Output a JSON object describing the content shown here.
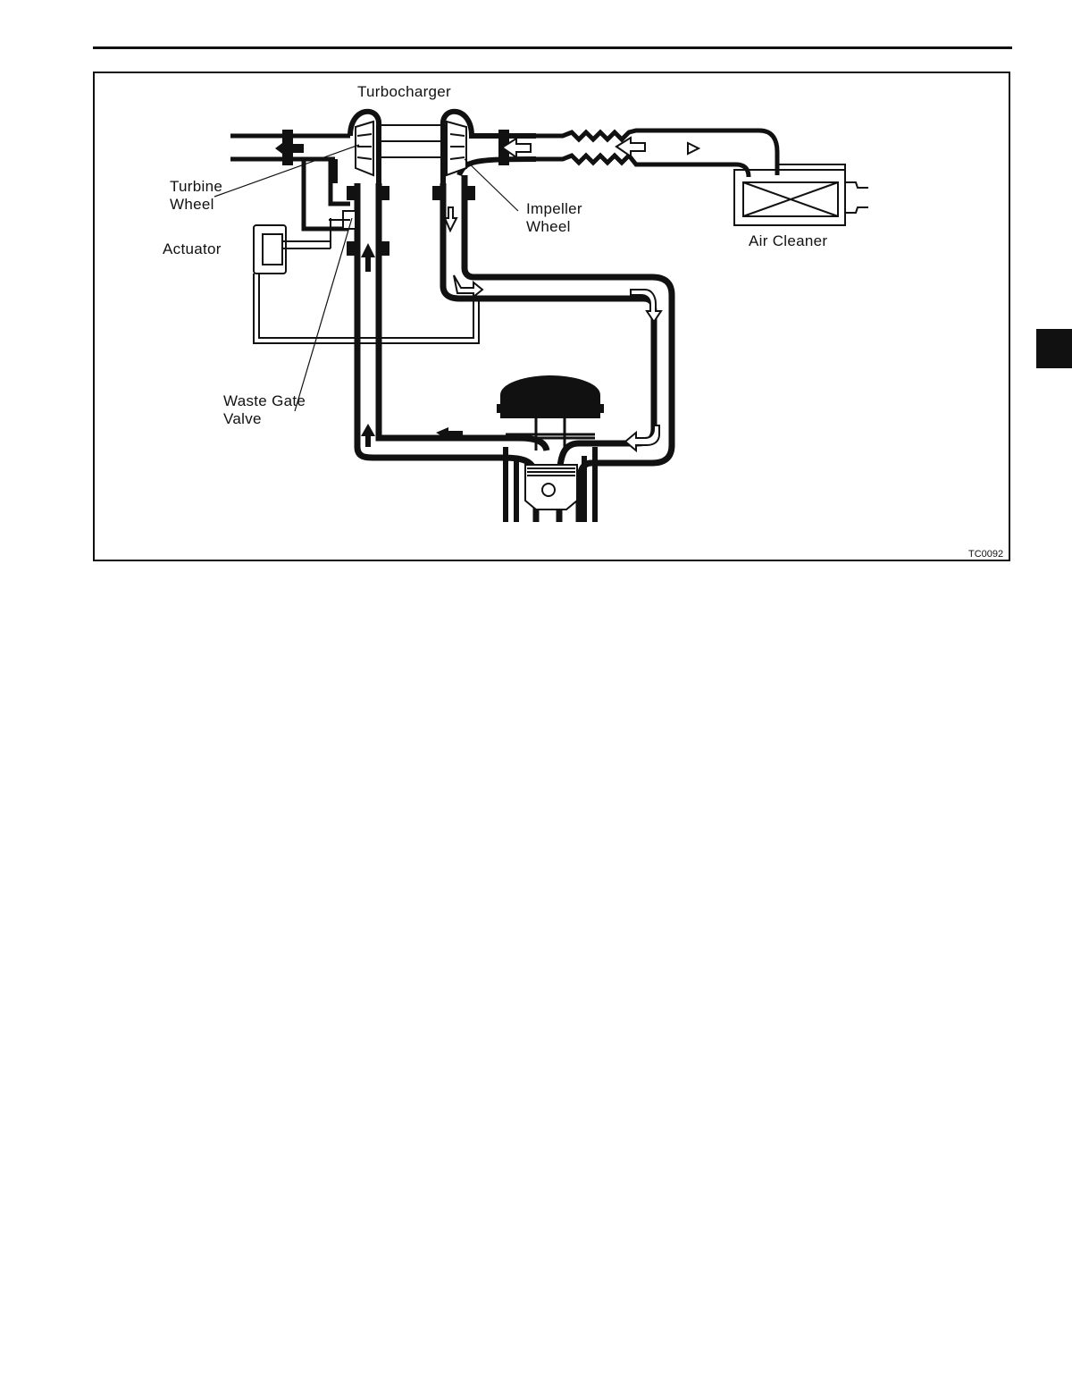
{
  "labels": {
    "turbocharger": "Turbocharger",
    "turbine_wheel": "Turbine\nWheel",
    "impeller_wheel": "Impeller\nWheel",
    "actuator": "Actuator",
    "air_cleaner": "Air Cleaner",
    "waste_gate_valve": "Waste Gate\nValve"
  },
  "figure_code": "TC0092",
  "colors": {
    "ink": "#111111",
    "paper": "#ffffff"
  }
}
